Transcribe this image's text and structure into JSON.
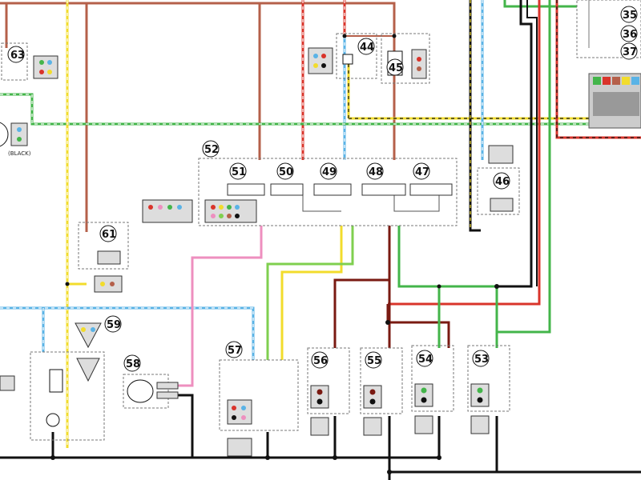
{
  "components": [
    {
      "id": "c63",
      "label": "63"
    },
    {
      "id": "c44",
      "label": "44"
    },
    {
      "id": "c45",
      "label": "45"
    },
    {
      "id": "c35",
      "label": "35"
    },
    {
      "id": "c36",
      "label": "36"
    },
    {
      "id": "c37",
      "label": "37"
    },
    {
      "id": "c52",
      "label": "52"
    },
    {
      "id": "c51",
      "label": "51"
    },
    {
      "id": "c50",
      "label": "50"
    },
    {
      "id": "c49",
      "label": "49"
    },
    {
      "id": "c48",
      "label": "48"
    },
    {
      "id": "c47",
      "label": "47"
    },
    {
      "id": "c46",
      "label": "46"
    },
    {
      "id": "c61",
      "label": "61"
    },
    {
      "id": "c59",
      "label": "59"
    },
    {
      "id": "c58",
      "label": "58"
    },
    {
      "id": "c57",
      "label": "57"
    },
    {
      "id": "c56",
      "label": "56"
    },
    {
      "id": "c55",
      "label": "55"
    },
    {
      "id": "c54",
      "label": "54"
    },
    {
      "id": "c53",
      "label": "53"
    }
  ],
  "notes": {
    "black_label": "(BLACK)"
  },
  "wire_colors": {
    "brown": "#b5604a",
    "red": "#d9342b",
    "yellow": "#f2dc2c",
    "green": "#43b54a",
    "lightgreen": "#7fcf4f",
    "skyblue": "#5ab3e6",
    "pink": "#ee8fbf",
    "black": "#111111",
    "darkred": "#7a1a12",
    "white": "#ffffff"
  }
}
